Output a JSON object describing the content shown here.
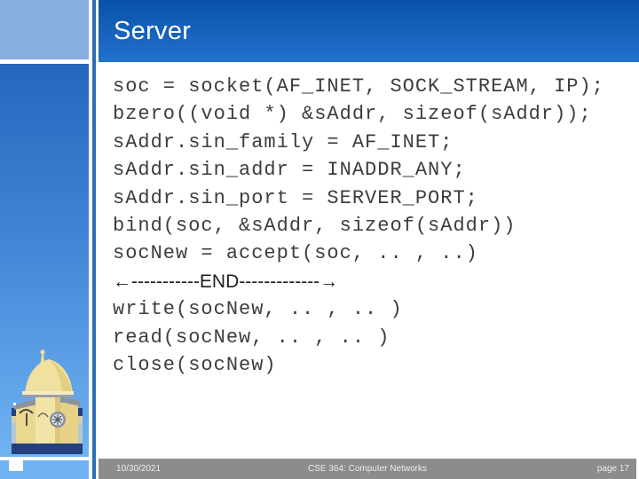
{
  "slide": {
    "title": "Server",
    "code_lines": [
      {
        "text": "soc = socket(AF_INET, SOCK_STREAM, IP);",
        "kind": "code"
      },
      {
        "text": "bzero((void *) &sAddr, sizeof(sAddr));",
        "kind": "code"
      },
      {
        "text": "sAddr.sin_family = AF_INET;",
        "kind": "code"
      },
      {
        "text": "sAddr.sin_addr = INADDR_ANY;",
        "kind": "code"
      },
      {
        "text": "sAddr.sin_port = SERVER_PORT;",
        "kind": "code"
      },
      {
        "text": "bind(soc, &sAddr, sizeof(sAddr))",
        "kind": "code"
      },
      {
        "text": "socNew = accept(soc, .. , ..)",
        "kind": "code"
      },
      {
        "text": "←-----------END-------------→",
        "kind": "marker"
      },
      {
        "text": "write(socNew, .. , .. )",
        "kind": "code"
      },
      {
        "text": "read(socNew, .. , .. )",
        "kind": "code"
      },
      {
        "text": "close(socNew)",
        "kind": "code"
      }
    ],
    "footer": {
      "date": "10/30/2021",
      "course": "CSE 364: Computer Networks",
      "page": "page 17"
    },
    "icons": {
      "dome": "golden-dome-clipart"
    },
    "colors": {
      "header_gradient_top": "#0a52a9",
      "header_gradient_bottom": "#2171cd",
      "sidebar_top_block": "#87aedd",
      "sidebar_gradient_top": "#2368be",
      "sidebar_gradient_bottom": "#6fb3f2",
      "divider_line": "#2e6db6",
      "footer_bar": "#8c8c8c",
      "code_text": "#3d3d3d",
      "title_text": "#ffffff"
    }
  }
}
